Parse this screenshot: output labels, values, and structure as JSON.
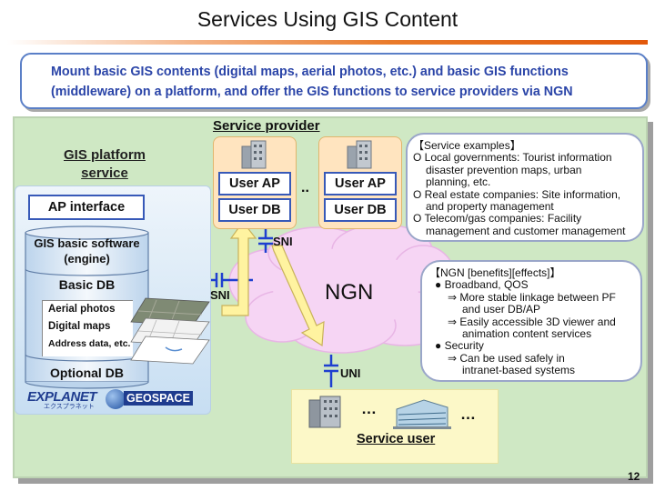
{
  "title": "Services Using GIS Content",
  "summary": {
    "line1": "Mount basic GIS contents (digital maps, aerial photos, etc.) and basic GIS functions",
    "line2": "(middleware) on a platform, and offer the GIS functions to service providers via NGN"
  },
  "gis_platform": {
    "title_line1": "GIS platform",
    "title_line2": "service",
    "ap_interface": "AP interface",
    "engine_line1": "GIS basic software",
    "engine_line2": "(engine)",
    "basic_db": "Basic DB",
    "basic_db_items": [
      "Aerial photos",
      "Digital maps",
      "Address data, etc."
    ],
    "optional_db": "Optional DB",
    "logo_left": "EXPLANET",
    "logo_left_sub": "エクスプラネット",
    "logo_right": "GEOSPACE"
  },
  "service_provider": {
    "label": "Service provider",
    "boxes": [
      {
        "ap": "User AP",
        "db": "User DB"
      },
      {
        "ap": "User AP",
        "db": "User DB"
      }
    ],
    "ellipsis": ".."
  },
  "service_examples": {
    "heading": "【Service examples】",
    "lines": [
      "O Local governments: Tourist information",
      "disaster prevention maps, urban",
      "planning, etc.",
      "O Real estate companies: Site information,",
      "and property management",
      "O Telecom/gas companies: Facility",
      "management and customer management"
    ]
  },
  "ngn": {
    "label": "NGN",
    "sni_top": "SNI",
    "sni_left": "SNI",
    "uni": "UNI"
  },
  "ngn_benefits": {
    "heading": "【NGN [benefits][effects]】",
    "lines": [
      "● Broadband, QOS",
      "⇒ More stable linkage between PF",
      "and user DB/AP",
      "⇒ Easily accessible 3D viewer and",
      "animation content services",
      "● Security",
      "⇒ Can be used safely in",
      "intranet-based systems"
    ]
  },
  "service_user": {
    "label": "Service user",
    "ellipsis_left": "…",
    "ellipsis_right": "…"
  },
  "page_number": "12",
  "colors": {
    "accent_blue": "#2b45a8",
    "panel_green": "#cfe8c4",
    "provider_orange": "#ffe4bf",
    "ngn_cloud": "#f6d5f4",
    "arrow_yellow": "#fff3a0",
    "user_yellow": "#fcf8c8"
  }
}
